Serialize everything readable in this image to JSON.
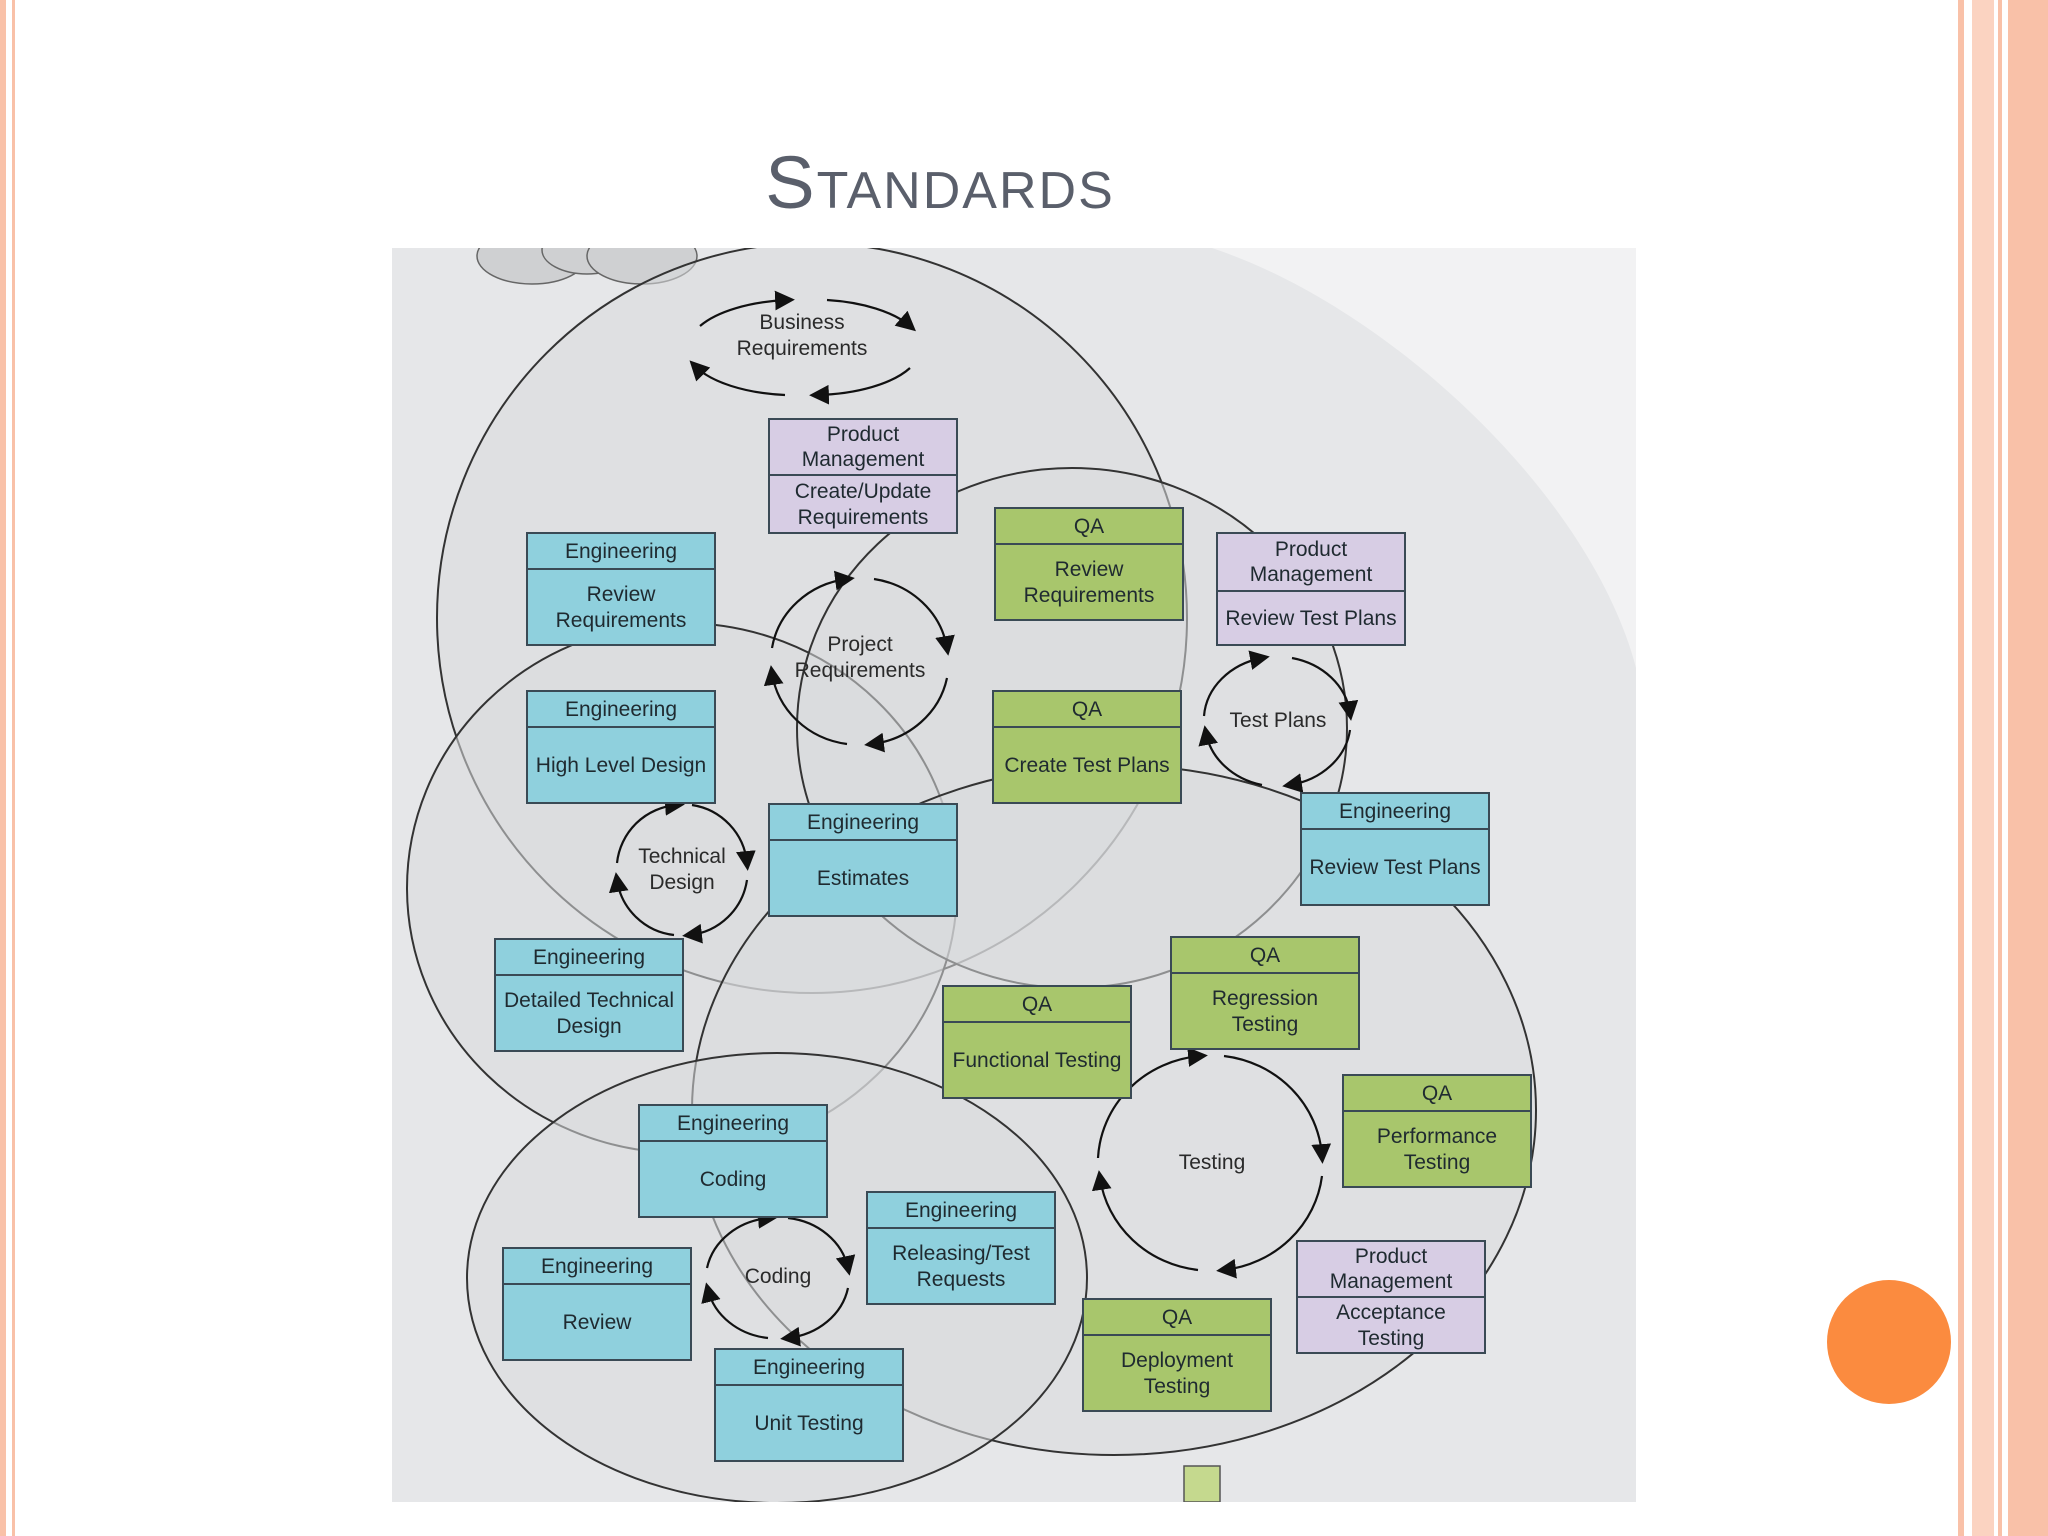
{
  "slide": {
    "title": "Standards"
  },
  "diagram": {
    "cycles": [
      {
        "id": "business",
        "label": "Business Requirements"
      },
      {
        "id": "project",
        "label": "Project Requirements"
      },
      {
        "id": "technical",
        "label": "Technical Design"
      },
      {
        "id": "testplans",
        "label": "Test Plans"
      },
      {
        "id": "testing",
        "label": "Testing"
      },
      {
        "id": "coding",
        "label": "Coding"
      }
    ],
    "boxes": [
      {
        "id": "pm-create-req",
        "role": "Product Management",
        "task": "Create/Update Requirements",
        "color": "#d7cde4"
      },
      {
        "id": "eng-review-req",
        "role": "Engineering",
        "task": "Review Requirements",
        "color": "#8fd0dd"
      },
      {
        "id": "qa-review-req",
        "role": "QA",
        "task": "Review Requirements",
        "color": "#a8c66c"
      },
      {
        "id": "pm-review-tp",
        "role": "Product Management",
        "task": "Review Test Plans",
        "color": "#d7cde4"
      },
      {
        "id": "eng-hld",
        "role": "Engineering",
        "task": "High Level Design",
        "color": "#8fd0dd"
      },
      {
        "id": "qa-create-tp",
        "role": "QA",
        "task": "Create Test Plans",
        "color": "#a8c66c"
      },
      {
        "id": "eng-estimates",
        "role": "Engineering",
        "task": "Estimates",
        "color": "#8fd0dd"
      },
      {
        "id": "eng-review-tp",
        "role": "Engineering",
        "task": "Review Test Plans",
        "color": "#8fd0dd"
      },
      {
        "id": "eng-dtd",
        "role": "Engineering",
        "task": "Detailed Technical Design",
        "color": "#8fd0dd"
      },
      {
        "id": "qa-regression",
        "role": "QA",
        "task": "Regression Testing",
        "color": "#a8c66c"
      },
      {
        "id": "qa-functional",
        "role": "QA",
        "task": "Functional Testing",
        "color": "#a8c66c"
      },
      {
        "id": "qa-performance",
        "role": "QA",
        "task": "Performance Testing",
        "color": "#a8c66c"
      },
      {
        "id": "eng-coding",
        "role": "Engineering",
        "task": "Coding",
        "color": "#8fd0dd"
      },
      {
        "id": "eng-releasing",
        "role": "Engineering",
        "task": "Releasing/Test Requests",
        "color": "#8fd0dd"
      },
      {
        "id": "eng-review",
        "role": "Engineering",
        "task": "Review",
        "color": "#8fd0dd"
      },
      {
        "id": "pm-acceptance",
        "role": "Product Management",
        "task": "Acceptance Testing",
        "color": "#d7cde4"
      },
      {
        "id": "qa-deployment",
        "role": "QA",
        "task": "Deployment Testing",
        "color": "#a8c66c"
      },
      {
        "id": "eng-unit",
        "role": "Engineering",
        "task": "Unit Testing",
        "color": "#8fd0dd"
      }
    ]
  }
}
